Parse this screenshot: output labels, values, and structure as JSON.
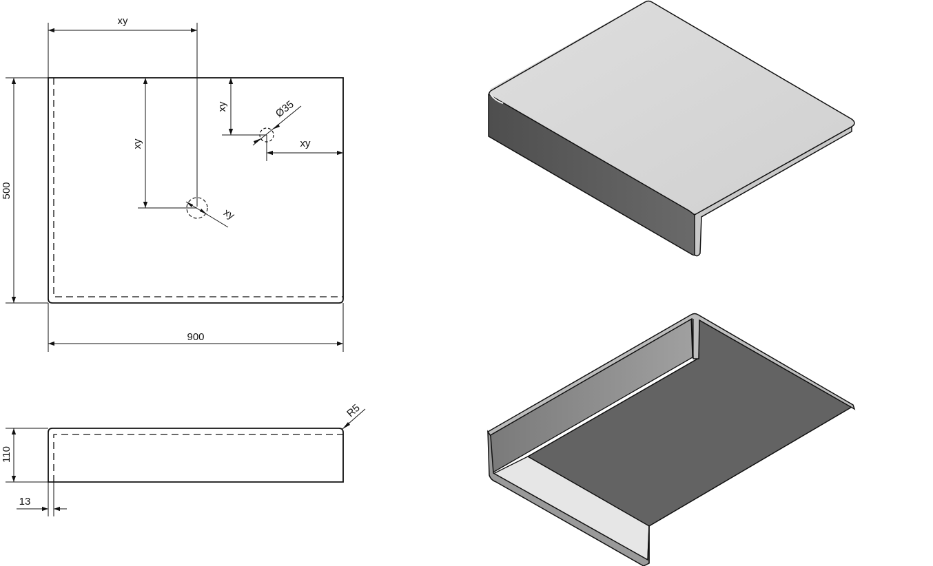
{
  "drawing": {
    "top_view": {
      "dim_left_xy": "xy",
      "dim_top_xy_inner": "xy",
      "dim_height": "500",
      "dim_width": "900",
      "dim_center_vertical_xy": "xy",
      "dim_center_diag_xy": "xy",
      "dim_small_hole_right_xy": "xy",
      "dim_hole_diameter": "Ø35"
    },
    "side_view": {
      "dim_height": "110",
      "dim_thickness": "13",
      "dim_radius": "R5"
    },
    "colors": {
      "line": "#111111",
      "top_face": "#d8d8d8",
      "front_face": "#5a5a5a",
      "side_face": "#c7c7c7",
      "underside": "#636363",
      "inner_panel": "#8c8c8c",
      "inner_light": "#e6e6e6"
    }
  }
}
